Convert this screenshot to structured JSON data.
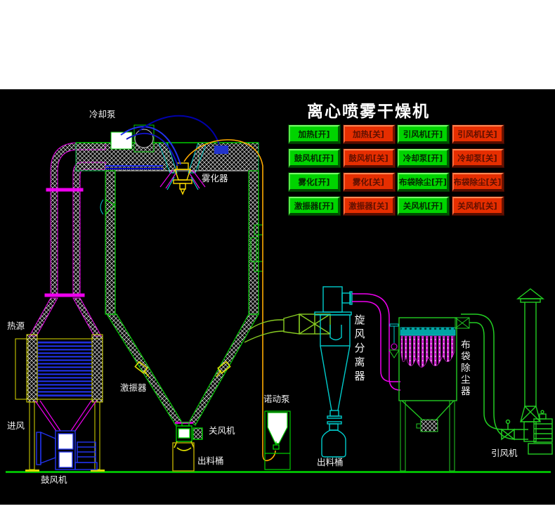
{
  "title": "离心喷雾干燥机",
  "buttons": [
    {
      "label": "加热[开]",
      "state": "on"
    },
    {
      "label": "加热[关]",
      "state": "off"
    },
    {
      "label": "引风机[开]",
      "state": "on"
    },
    {
      "label": "引风机[关]",
      "state": "off"
    },
    {
      "label": "鼓风机[开]",
      "state": "on"
    },
    {
      "label": "鼓风机[关]",
      "state": "off"
    },
    {
      "label": "冷却泵[开]",
      "state": "on"
    },
    {
      "label": "冷却泵[关]",
      "state": "off"
    },
    {
      "label": "雾化[开]",
      "state": "on"
    },
    {
      "label": "雾化[关]",
      "state": "off"
    },
    {
      "label": "布袋除尘[开]",
      "state": "on"
    },
    {
      "label": "布袋除尘[关]",
      "state": "off"
    },
    {
      "label": "激振器[开]",
      "state": "on"
    },
    {
      "label": "激振器[关]",
      "state": "off"
    },
    {
      "label": "关风机[开]",
      "state": "on"
    },
    {
      "label": "关风机[关]",
      "state": "off"
    }
  ],
  "labels": {
    "cooling_pump": "冷却泵",
    "atomizer": "雾化器",
    "heat_source": "热源",
    "air_inlet": "进风",
    "blower": "鼓风机",
    "vibrator": "激振器",
    "rotary_valve": "关风机",
    "discharge_barrel_left": "出料桶",
    "peristaltic_pump": "诺动泵",
    "cyclone": "旋风分离器",
    "discharge_barrel_right": "出料桶",
    "bag_filter": "布袋除尘器",
    "induced_fan": "引风机"
  },
  "colors": {
    "background": "#000000",
    "frame": "#ffffff",
    "button_on": "#00d400",
    "button_off": "#e62e00",
    "line_green": "#00cc00",
    "line_magenta": "#ee00ee",
    "line_cyan": "#00cccc",
    "line_blue": "#2233ee",
    "line_yellow": "#ffdd00",
    "line_orange": "#ffaa00",
    "ground_green": "#00bb00"
  }
}
